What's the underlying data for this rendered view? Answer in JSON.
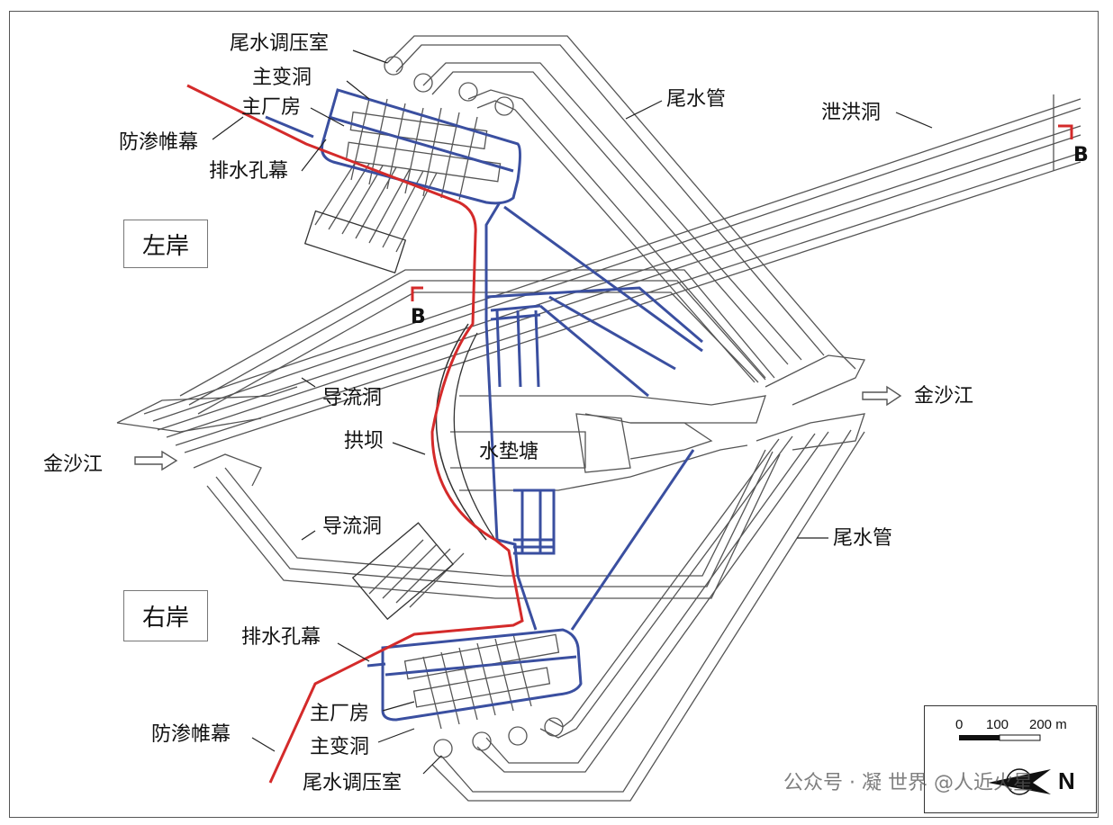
{
  "labels": {
    "tailrace_surge_left": "尾水调压室",
    "transformer_left": "主变洞",
    "powerhouse_left": "主厂房",
    "grout_curtain_left": "防渗帷幕",
    "drain_curtain_left": "排水孔幕",
    "tailrace_tunnel_top": "尾水管",
    "spillway_tunnel": "泄洪洞",
    "left_bank": "左岸",
    "right_bank": "右岸",
    "diversion_top": "导流洞",
    "diversion_bottom": "导流洞",
    "arch_dam": "拱坝",
    "plunge_pool": "水垫塘",
    "river_in": "金沙江",
    "river_out": "金沙江",
    "tailrace_tunnel_bottom": "尾水管",
    "drain_curtain_right": "排水孔幕",
    "powerhouse_right": "主厂房",
    "transformer_right": "主变洞",
    "grout_curtain_right": "防渗帷幕",
    "tailrace_surge_right": "尾水调压室",
    "section_b_top": "B",
    "section_b_mid": "B"
  },
  "scale": {
    "zero": "0",
    "mid": "100",
    "max": "200 m"
  },
  "north": "N",
  "watermark": "公众号 · 凝 世界  @人近火星",
  "colors": {
    "grout": "#d42a2a",
    "drain": "#3a4fa0",
    "outline": "#555555"
  }
}
